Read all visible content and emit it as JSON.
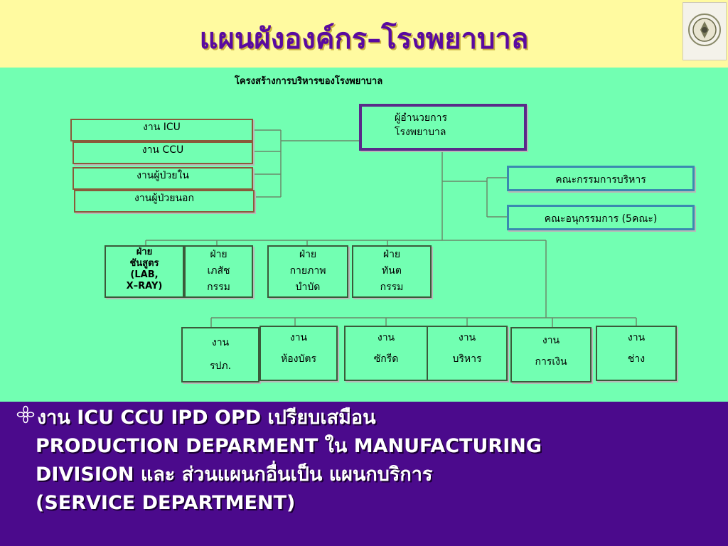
{
  "title": "แผนผังองค์กร–โรงพยาบาล",
  "chart": {
    "subtitle": "โครงสร้างการบริหารของโรงพยาบาล",
    "director": [
      "ผู้อำนวยการ",
      "โรงพยาบาล"
    ],
    "committees": [
      "คณะกรรมการบริหาร",
      "คณะอนุกรรมการ (5คณะ)"
    ],
    "left_units": [
      "งาน ICU",
      "งาน CCU",
      "งานผู้ป่วยใน",
      "งานผู้ป่วยนอก"
    ],
    "divisions": [
      [
        "ฝ่าย",
        "ชันสูตร",
        "(LAB,",
        "X–RAY)"
      ],
      [
        "ฝ่าย",
        "เภสัช",
        "กรรม"
      ],
      [
        "ฝ่าย",
        "กายภาพ",
        "บำบัด"
      ],
      [
        "ฝ่าย",
        "ทันต",
        "กรรม"
      ]
    ],
    "services": [
      [
        "งาน",
        "รปภ."
      ],
      [
        "งาน",
        "ห้องบัตร"
      ],
      [
        "งาน",
        "ซักรีด"
      ],
      [
        "งาน",
        "บริหาร"
      ],
      [
        "งาน",
        "การเงิน"
      ],
      [
        "งาน",
        "ช่าง"
      ]
    ]
  },
  "bullet": {
    "icon": "flower-bullet-icon",
    "lines": [
      "งาน ICU  CCU  IPD OPD  เปรียบเสมือน",
      "PRODUCTION DEPARMENT ใน MANUFACTURING",
      "DIVISION และ ส่วนแผนกอื่นเป็น แผนกบริการ",
      "(SERVICE  DEPARTMENT)"
    ]
  }
}
